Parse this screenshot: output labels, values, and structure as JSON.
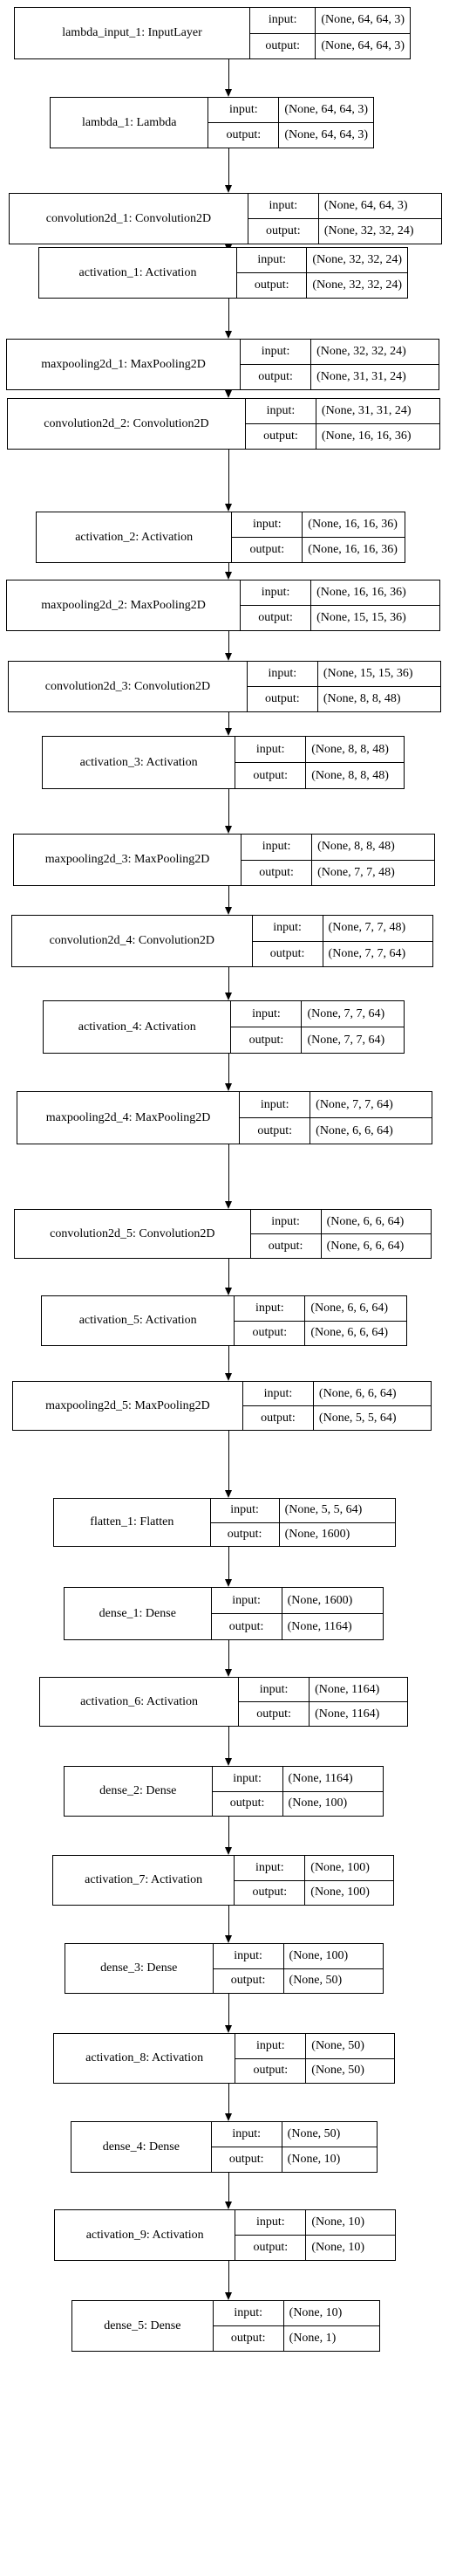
{
  "labels": {
    "input": "input:",
    "output": "output:"
  },
  "layers": [
    {
      "name": "lambda_input_1: InputLayer",
      "input": "(None, 64, 64, 3)",
      "output": "(None, 64, 64, 3)"
    },
    {
      "name": "lambda_1: Lambda",
      "input": "(None, 64, 64, 3)",
      "output": "(None, 64, 64, 3)"
    },
    {
      "name": "convolution2d_1: Convolution2D",
      "input": "(None, 64, 64, 3)",
      "output": "(None, 32, 32, 24)"
    },
    {
      "name": "activation_1: Activation",
      "input": "(None, 32, 32, 24)",
      "output": "(None, 32, 32, 24)"
    },
    {
      "name": "maxpooling2d_1: MaxPooling2D",
      "input": "(None, 32, 32, 24)",
      "output": "(None, 31, 31, 24)"
    },
    {
      "name": "convolution2d_2: Convolution2D",
      "input": "(None, 31, 31, 24)",
      "output": "(None, 16, 16, 36)"
    },
    {
      "name": "activation_2: Activation",
      "input": "(None, 16, 16, 36)",
      "output": "(None, 16, 16, 36)"
    },
    {
      "name": "maxpooling2d_2: MaxPooling2D",
      "input": "(None, 16, 16, 36)",
      "output": "(None, 15, 15, 36)"
    },
    {
      "name": "convolution2d_3: Convolution2D",
      "input": "(None, 15, 15, 36)",
      "output": "(None, 8, 8, 48)"
    },
    {
      "name": "activation_3: Activation",
      "input": "(None, 8, 8, 48)",
      "output": "(None, 8, 8, 48)"
    },
    {
      "name": "maxpooling2d_3: MaxPooling2D",
      "input": "(None, 8, 8, 48)",
      "output": "(None, 7, 7, 48)"
    },
    {
      "name": "convolution2d_4: Convolution2D",
      "input": "(None, 7, 7, 48)",
      "output": "(None, 7, 7, 64)"
    },
    {
      "name": "activation_4: Activation",
      "input": "(None, 7, 7, 64)",
      "output": "(None, 7, 7, 64)"
    },
    {
      "name": "maxpooling2d_4: MaxPooling2D",
      "input": "(None, 7, 7, 64)",
      "output": "(None, 6, 6, 64)"
    },
    {
      "name": "convolution2d_5: Convolution2D",
      "input": "(None, 6, 6, 64)",
      "output": "(None, 6, 6, 64)"
    },
    {
      "name": "activation_5: Activation",
      "input": "(None, 6, 6, 64)",
      "output": "(None, 6, 6, 64)"
    },
    {
      "name": "maxpooling2d_5: MaxPooling2D",
      "input": "(None, 6, 6, 64)",
      "output": "(None, 5, 5, 64)"
    },
    {
      "name": "flatten_1: Flatten",
      "input": "(None, 5, 5, 64)",
      "output": "(None, 1600)"
    },
    {
      "name": "dense_1: Dense",
      "input": "(None, 1600)",
      "output": "(None, 1164)"
    },
    {
      "name": "activation_6: Activation",
      "input": "(None, 1164)",
      "output": "(None, 1164)"
    },
    {
      "name": "dense_2: Dense",
      "input": "(None, 1164)",
      "output": "(None, 100)"
    },
    {
      "name": "activation_7: Activation",
      "input": "(None, 100)",
      "output": "(None, 100)"
    },
    {
      "name": "dense_3: Dense",
      "input": "(None, 100)",
      "output": "(None, 50)"
    },
    {
      "name": "activation_8: Activation",
      "input": "(None, 50)",
      "output": "(None, 50)"
    },
    {
      "name": "dense_4: Dense",
      "input": "(None, 50)",
      "output": "(None, 10)"
    },
    {
      "name": "activation_9: Activation",
      "input": "(None, 10)",
      "output": "(None, 10)"
    },
    {
      "name": "dense_5: Dense",
      "input": "(None, 10)",
      "output": "(None, 1)"
    }
  ]
}
